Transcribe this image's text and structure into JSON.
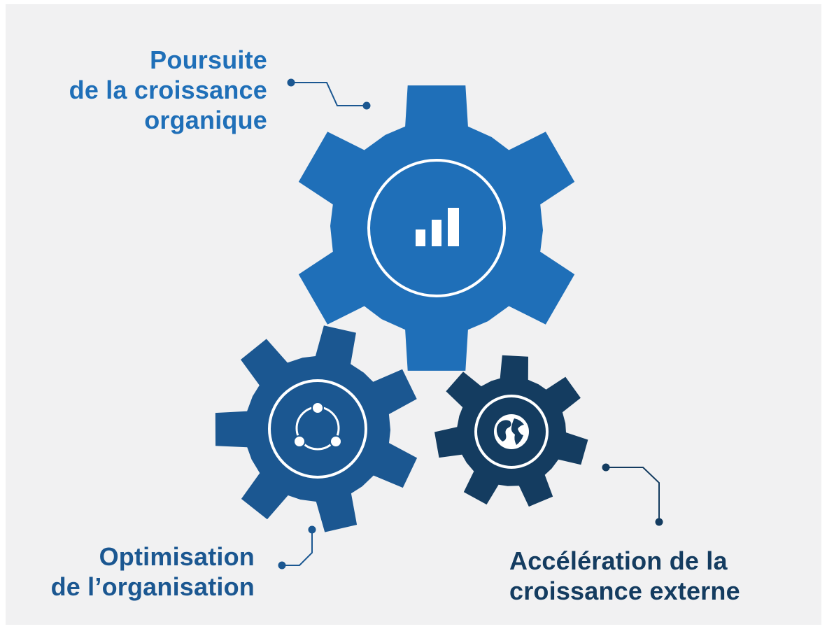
{
  "colors": {
    "background": "#f1f1f2",
    "gear_large": "#1f6fb8",
    "gear_medium": "#1b5791",
    "gear_small": "#143c60",
    "label_top": "#1f6fb8",
    "label_left": "#1b5791",
    "label_right": "#143c60",
    "connector": "#1b5791"
  },
  "gears": [
    {
      "id": "organic-growth",
      "icon": "bar-chart-icon",
      "label_lines": [
        "Poursuite",
        "de la croissance",
        "organique"
      ]
    },
    {
      "id": "organization",
      "icon": "cycle-icon",
      "label_lines": [
        "Optimisation",
        "de l’organisation"
      ]
    },
    {
      "id": "external-growth",
      "icon": "globe-icon",
      "label_lines": [
        "Accélération de la",
        "croissance externe"
      ]
    }
  ]
}
